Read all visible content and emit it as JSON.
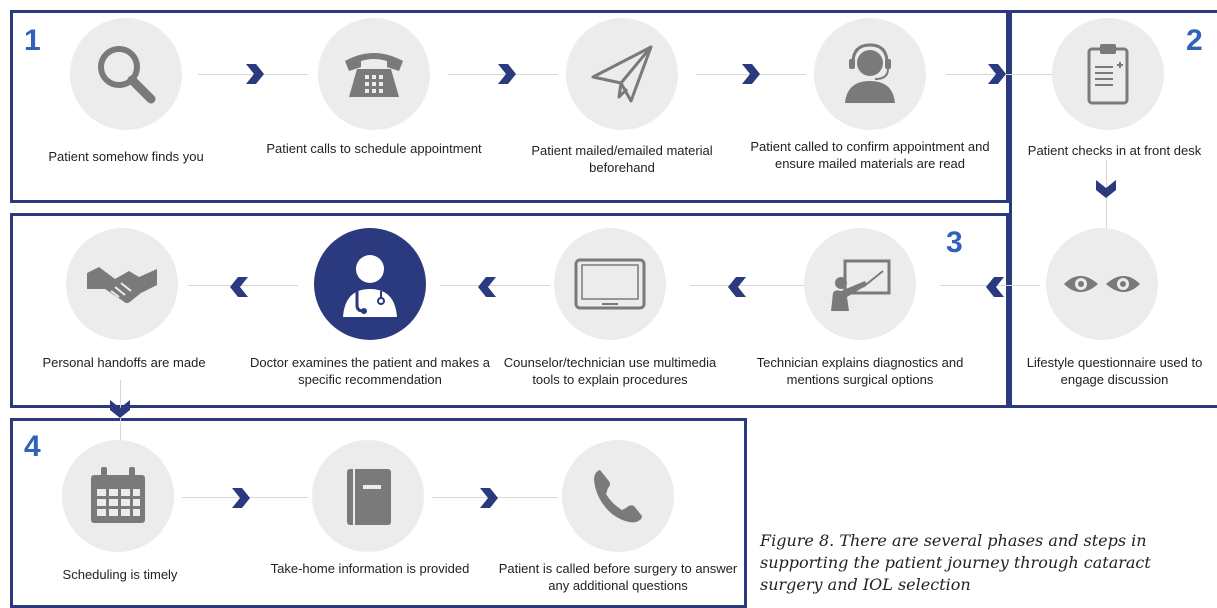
{
  "phases": {
    "p1": {
      "number": "1"
    },
    "p2": {
      "number": "2"
    },
    "p3": {
      "number": "3"
    },
    "p4": {
      "number": "4"
    }
  },
  "steps": {
    "finds": {
      "label": "Patient somehow finds you",
      "icon": "magnifier-icon"
    },
    "calls": {
      "label": "Patient calls to schedule appointment",
      "icon": "telephone-icon"
    },
    "mailed": {
      "label": "Patient mailed/emailed material beforehand",
      "icon": "paper-plane-icon"
    },
    "confirm": {
      "label": "Patient called to confirm appointment and ensure mailed materials are read",
      "icon": "headset-operator-icon"
    },
    "checkin": {
      "label": "Patient checks in at front desk",
      "icon": "clipboard-icon"
    },
    "lifestyle": {
      "label": "Lifestyle questionnaire used to engage discussion",
      "icon": "eyes-icon"
    },
    "technician": {
      "label": "Technician explains diagnostics and mentions surgical options",
      "icon": "presentation-board-icon"
    },
    "counselor": {
      "label": "Counselor/technician use multimedia tools to explain procedures",
      "icon": "tablet-icon"
    },
    "doctor": {
      "label": "Doctor examines the patient and makes a specific recommendation",
      "icon": "doctor-icon"
    },
    "handoff": {
      "label": "Personal handoffs are made",
      "icon": "handshake-icon"
    },
    "scheduling": {
      "label": "Scheduling is timely",
      "icon": "calendar-icon"
    },
    "takehome": {
      "label": "Take-home information is provided",
      "icon": "notebook-icon"
    },
    "called": {
      "label": "Patient is called before surgery to answer any additional questions",
      "icon": "phone-handset-icon"
    }
  },
  "caption": "Figure 8. There are several phases and steps in supporting the patient journey through cataract surgery and IOL selection",
  "colors": {
    "frame": "#2b3a7e",
    "number": "#2f62b8",
    "chevron": "#2b3a7e",
    "circle": "#ececec",
    "icon": "#7a7a7a"
  }
}
